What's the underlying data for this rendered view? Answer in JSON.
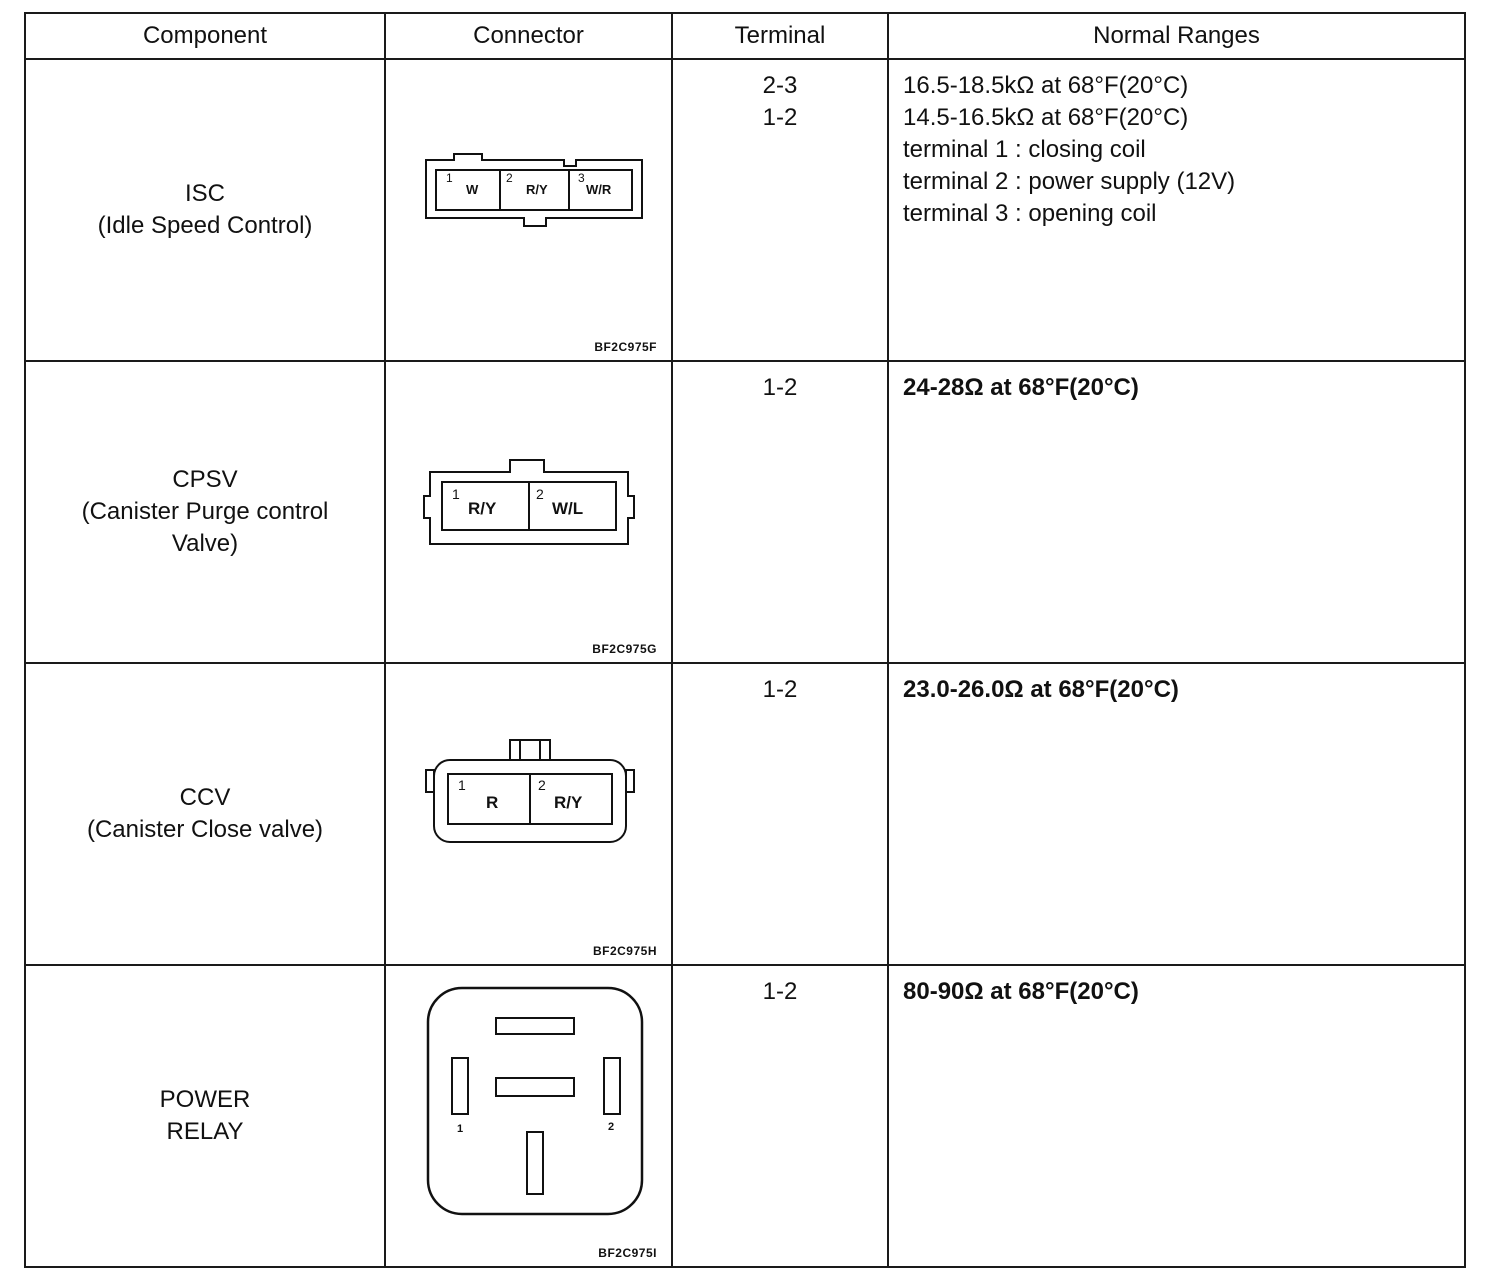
{
  "headers": {
    "component": "Component",
    "connector": "Connector",
    "terminal": "Terminal",
    "ranges": "Normal Ranges"
  },
  "rows": [
    {
      "component": [
        "ISC",
        "(Idle Speed Control)"
      ],
      "figure_code": "BF2C975F",
      "pins": [
        {
          "num": "1",
          "wire": "W"
        },
        {
          "num": "2",
          "wire": "R/Y"
        },
        {
          "num": "3",
          "wire": "W/R"
        }
      ],
      "terminals": [
        "2-3",
        "1-2"
      ],
      "ranges": [
        "16.5-18.5kΩ at 68°F(20°C)",
        "14.5-16.5kΩ at 68°F(20°C)",
        "terminal 1 :  closing coil",
        "terminal 2 :  power supply (12V)",
        "terminal 3 :  opening coil"
      ]
    },
    {
      "component": [
        "CPSV",
        "(Canister Purge control",
        "Valve)"
      ],
      "figure_code": "BF2C975G",
      "pins": [
        {
          "num": "1",
          "wire": "R/Y"
        },
        {
          "num": "2",
          "wire": "W/L"
        }
      ],
      "terminals": [
        "1-2"
      ],
      "ranges": [
        "24-28Ω at 68°F(20°C)"
      ]
    },
    {
      "component": [
        "CCV",
        "(Canister Close valve)"
      ],
      "figure_code": "BF2C975H",
      "pins": [
        {
          "num": "1",
          "wire": "R"
        },
        {
          "num": "2",
          "wire": "R/Y"
        }
      ],
      "terminals": [
        "1-2"
      ],
      "ranges": [
        "23.0-26.0Ω at 68°F(20°C)"
      ]
    },
    {
      "component": [
        "POWER",
        "RELAY"
      ],
      "figure_code": "BF2C975I",
      "pins": [
        {
          "num": "1"
        },
        {
          "num": "2"
        }
      ],
      "terminals": [
        "1-2"
      ],
      "ranges": [
        "80-90Ω at 68°F(20°C)"
      ]
    }
  ]
}
